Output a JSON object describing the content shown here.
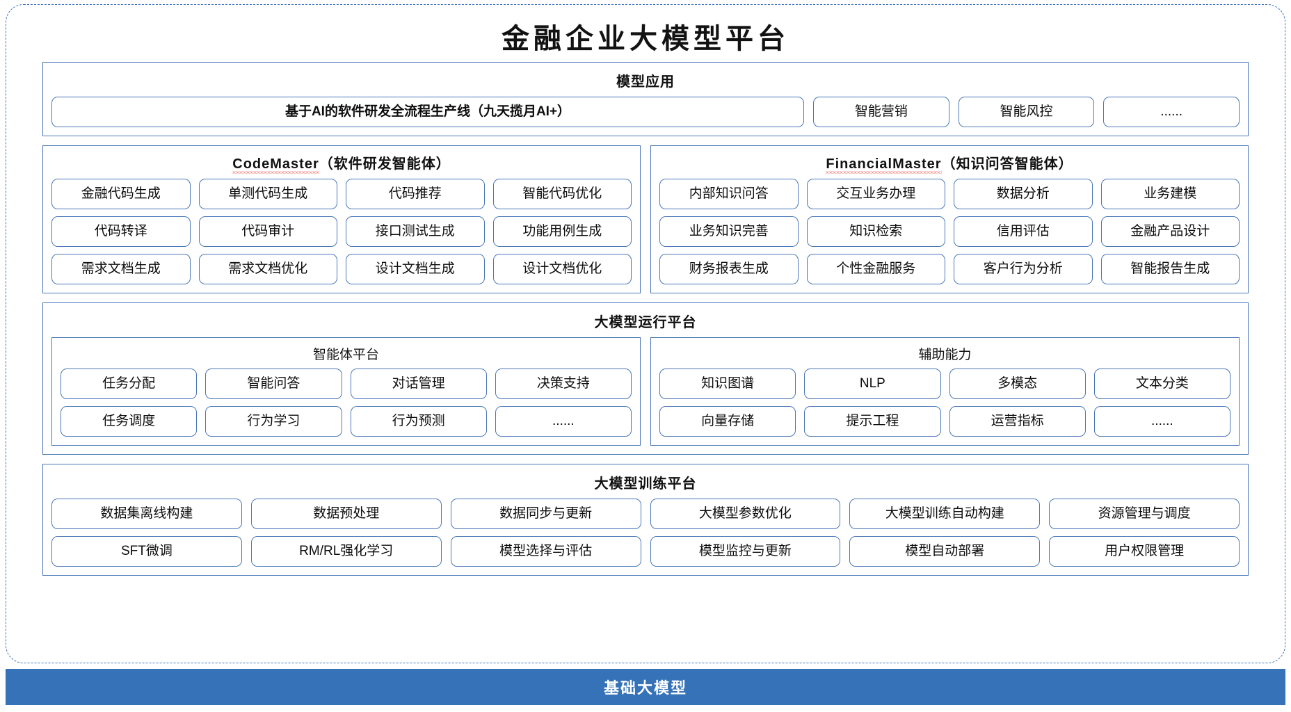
{
  "title": "金融企业大模型平台",
  "sections": {
    "application": {
      "heading": "模型应用",
      "items": [
        "基于AI的软件研发全流程生产线（九天揽月AI+）",
        "智能营销",
        "智能风控",
        "......"
      ]
    },
    "code_master": {
      "heading_en": "CodeMaster",
      "heading_cn": "（软件研发智能体）",
      "items": [
        "金融代码生成",
        "单测代码生成",
        "代码推荐",
        "智能代码优化",
        "代码转译",
        "代码审计",
        "接口测试生成",
        "功能用例生成",
        "需求文档生成",
        "需求文档优化",
        "设计文档生成",
        "设计文档优化"
      ]
    },
    "financial_master": {
      "heading_en": "FinancialMaster",
      "heading_cn": "（知识问答智能体）",
      "items": [
        "内部知识问答",
        "交互业务办理",
        "数据分析",
        "业务建模",
        "业务知识完善",
        "知识检索",
        "信用评估",
        "金融产品设计",
        "财务报表生成",
        "个性金融服务",
        "客户行为分析",
        "智能报告生成"
      ]
    },
    "runtime": {
      "heading": "大模型运行平台",
      "agent_platform": {
        "heading": "智能体平台",
        "items": [
          "任务分配",
          "智能问答",
          "对话管理",
          "决策支持",
          "任务调度",
          "行为学习",
          "行为预测",
          "......"
        ]
      },
      "support_ability": {
        "heading": "辅助能力",
        "items": [
          "知识图谱",
          "NLP",
          "多模态",
          "文本分类",
          "向量存储",
          "提示工程",
          "运营指标",
          "......"
        ]
      }
    },
    "training": {
      "heading": "大模型训练平台",
      "items": [
        "数据集离线构建",
        "数据预处理",
        "数据同步与更新",
        "大模型参数优化",
        "大模型训练自动构建",
        "资源管理与调度",
        "SFT微调",
        "RM/RL强化学习",
        "模型选择与评估",
        "模型监控与更新",
        "模型自动部署",
        "用户权限管理"
      ]
    },
    "foundation": {
      "label": "基础大模型"
    }
  },
  "colors": {
    "border_blue": "#4a77b8",
    "dashed_blue": "#3a6fc4",
    "footer_blue": "#3572b8",
    "spellcheck_red": "#e2231a"
  }
}
